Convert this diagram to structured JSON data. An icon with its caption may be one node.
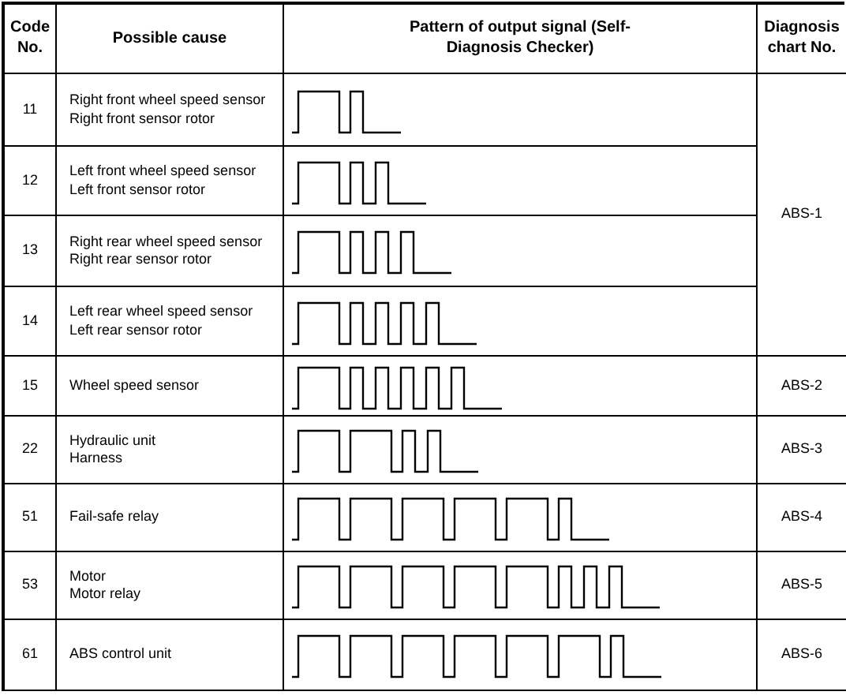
{
  "diagram": {
    "labels": [
      "Code No.",
      "Possible cause",
      "Pattern of output signal (Self-Diagnosis Checker)",
      "Diagnosis chart No.",
      "11",
      "Right front wheel speed sensor",
      "Right front sensor rotor",
      "ABS-1",
      "12",
      "Left front wheel speed sensor",
      "Left front sensor rotor",
      "13",
      "Right rear wheel speed sensor",
      "Right rear sensor rotor",
      "14",
      "Left rear wheel speed sensor",
      "Left rear sensor rotor",
      "15",
      "Wheel speed sensor",
      "ABS-2",
      "22",
      "Hydraulic unit",
      "Harness",
      "ABS-3",
      "51",
      "Fail-safe relay",
      "ABS-4",
      "53",
      "Motor",
      "Motor relay",
      "ABS-5",
      "61",
      "ABS control unit",
      "ABS-6"
    ]
  }
}
